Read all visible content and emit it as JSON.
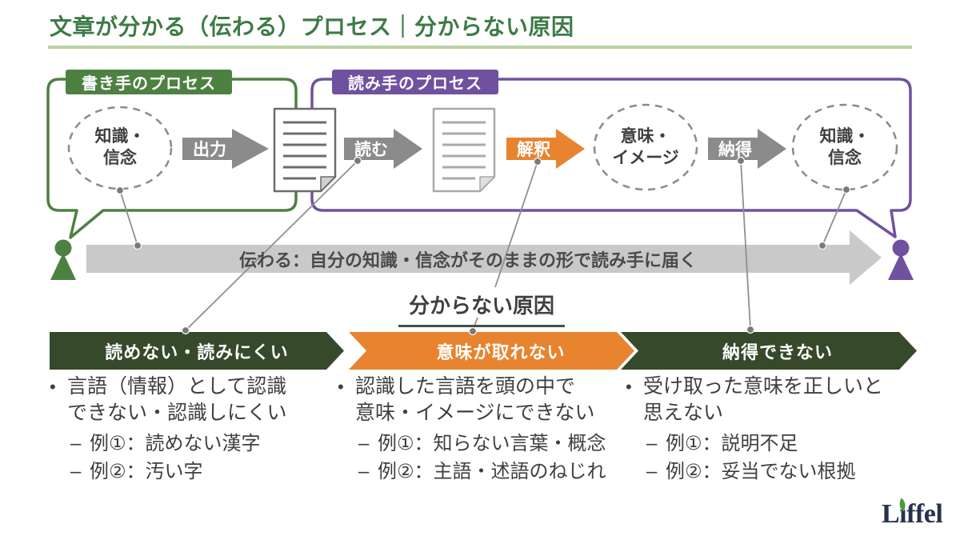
{
  "title": "文章が分かる（伝わる）プロセス｜分からない原因",
  "colors": {
    "title_green": "#3d7b46",
    "rule_light_green": "#b9d2a3",
    "writer_green": "#4d8142",
    "reader_purple": "#7051a0",
    "process_gray": "#8b8b8b",
    "interpret_orange": "#e8832f",
    "conveyed_gray": "#c9c9c9",
    "cause_dark_green": "#36492b",
    "text_dark": "#3f3f3f",
    "logo_navy": "#27324f",
    "logo_leaf_green": "#4c9a3e"
  },
  "writer": {
    "label": "書き手のプロセス",
    "knowledge_belief": "知識・\n信念",
    "output_arrow": "出力"
  },
  "reader": {
    "label": "読み手のプロセス",
    "read_arrow": "読む",
    "interpret_arrow": "解釈",
    "meaning_image": "意味・\nイメージ",
    "accept_arrow": "納得",
    "knowledge_belief": "知識・\n信念"
  },
  "conveyed_banner": "伝わる：自分の知識・信念がそのままの形で読み手に届く",
  "causes": {
    "heading": "分からない原因",
    "markers": {
      "bullet": "•",
      "dash": "–"
    },
    "items": [
      {
        "banner": "読めない・読みにくい",
        "description": "言語（情報）として認識\nできない・認識しにくい",
        "examples": [
          "例①：読めない漢字",
          "例②：汚い字"
        ]
      },
      {
        "banner": "意味が取れない",
        "description": "認識した言語を頭の中で\n意味・イメージにできない",
        "examples": [
          "例①：知らない言葉・概念",
          "例②：主語・述語のねじれ"
        ]
      },
      {
        "banner": "納得できない",
        "description": "受け取った意味を正しいと\n思えない",
        "examples": [
          "例①：説明不足",
          "例②：妥当でない根拠"
        ]
      }
    ]
  },
  "logo": "Liffel"
}
